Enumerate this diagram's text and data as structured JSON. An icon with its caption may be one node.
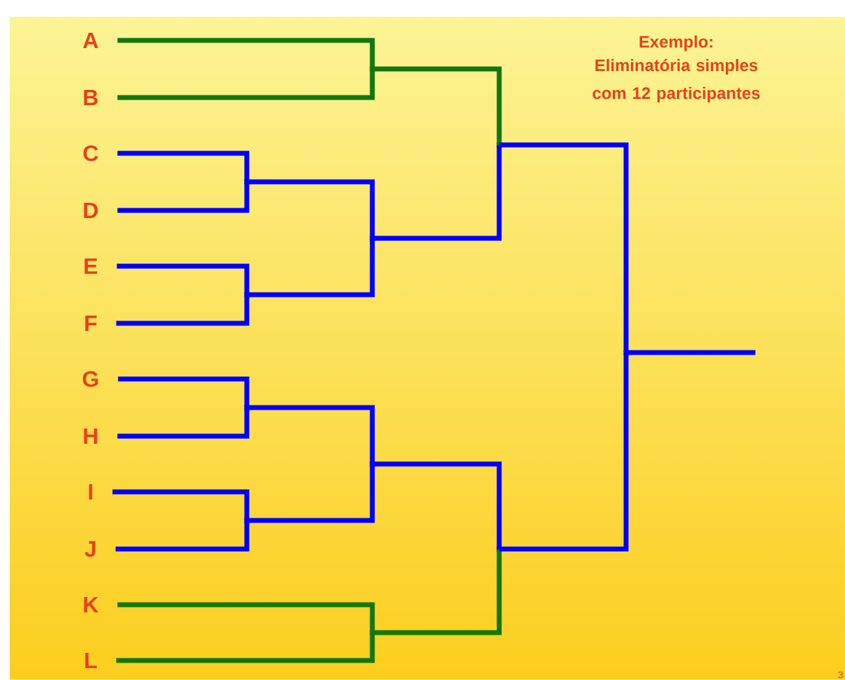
{
  "diagram": {
    "title": "Exemplo:",
    "nodes": [
      {
        "text": [
          "A"
        ]
      },
      {
        "text": [
          "B"
        ]
      },
      {
        "text": [
          "C"
        ]
      },
      {
        "text": [
          "D"
        ]
      },
      {
        "text": [
          "E"
        ]
      },
      {
        "text": [
          "F"
        ]
      },
      {
        "text": [
          "G"
        ]
      },
      {
        "text": [
          "H"
        ]
      },
      {
        "text": [
          "I"
        ]
      },
      {
        "text": [
          "J"
        ]
      },
      {
        "text": [
          "K"
        ]
      },
      {
        "text": [
          "L"
        ]
      },
      {
        "text": [],
        "shape": "junction"
      },
      {
        "text": [],
        "shape": "junction"
      },
      {
        "text": [],
        "shape": "junction"
      },
      {
        "text": [],
        "shape": "junction"
      },
      {
        "text": [],
        "shape": "junction"
      },
      {
        "text": [],
        "shape": "junction"
      },
      {
        "text": [],
        "shape": "junction"
      },
      {
        "text": [],
        "shape": "junction"
      },
      {
        "text": [],
        "shape": "junction"
      },
      {
        "text": [],
        "shape": "junction"
      },
      {
        "text": [],
        "shape": "junction"
      }
    ],
    "edges": [
      {
        "from": 0,
        "to": 12,
        "arrow": "none",
        "color": "#117711"
      },
      {
        "from": 1,
        "to": 12,
        "arrow": "none",
        "color": "#117711"
      },
      {
        "from": 2,
        "to": 13,
        "arrow": "none"
      },
      {
        "from": 3,
        "to": 13,
        "arrow": "none"
      },
      {
        "from": 4,
        "to": 14,
        "arrow": "none"
      },
      {
        "from": 5,
        "to": 14,
        "arrow": "none"
      },
      {
        "from": 6,
        "to": 15,
        "arrow": "none"
      },
      {
        "from": 7,
        "to": 15,
        "arrow": "none"
      },
      {
        "from": 8,
        "to": 16,
        "arrow": "none"
      },
      {
        "from": 9,
        "to": 16,
        "arrow": "none"
      },
      {
        "from": 10,
        "to": 17,
        "arrow": "none",
        "color": "#117711"
      },
      {
        "from": 11,
        "to": 17,
        "arrow": "none",
        "color": "#117711"
      },
      {
        "from": 13,
        "to": 18,
        "arrow": "none"
      },
      {
        "from": 14,
        "to": 18,
        "arrow": "none"
      },
      {
        "from": 15,
        "to": 19,
        "arrow": "none"
      },
      {
        "from": 16,
        "to": 19,
        "arrow": "none"
      },
      {
        "from": 12,
        "to": 20,
        "arrow": "none",
        "color": "#117711"
      },
      {
        "from": 18,
        "to": 20,
        "arrow": "none"
      },
      {
        "from": 19,
        "to": 21,
        "arrow": "none"
      },
      {
        "from": 17,
        "to": 21,
        "arrow": "none",
        "color": "#117711"
      },
      {
        "from": 20,
        "to": 22,
        "arrow": "none"
      },
      {
        "from": 21,
        "to": 22,
        "arrow": "none"
      },
      {
        "from": 22,
        "to": null,
        "arrow": "none"
      }
    ],
    "labels": [
      "Eliminatória simples com 12 participantes",
      "3"
    ]
  }
}
